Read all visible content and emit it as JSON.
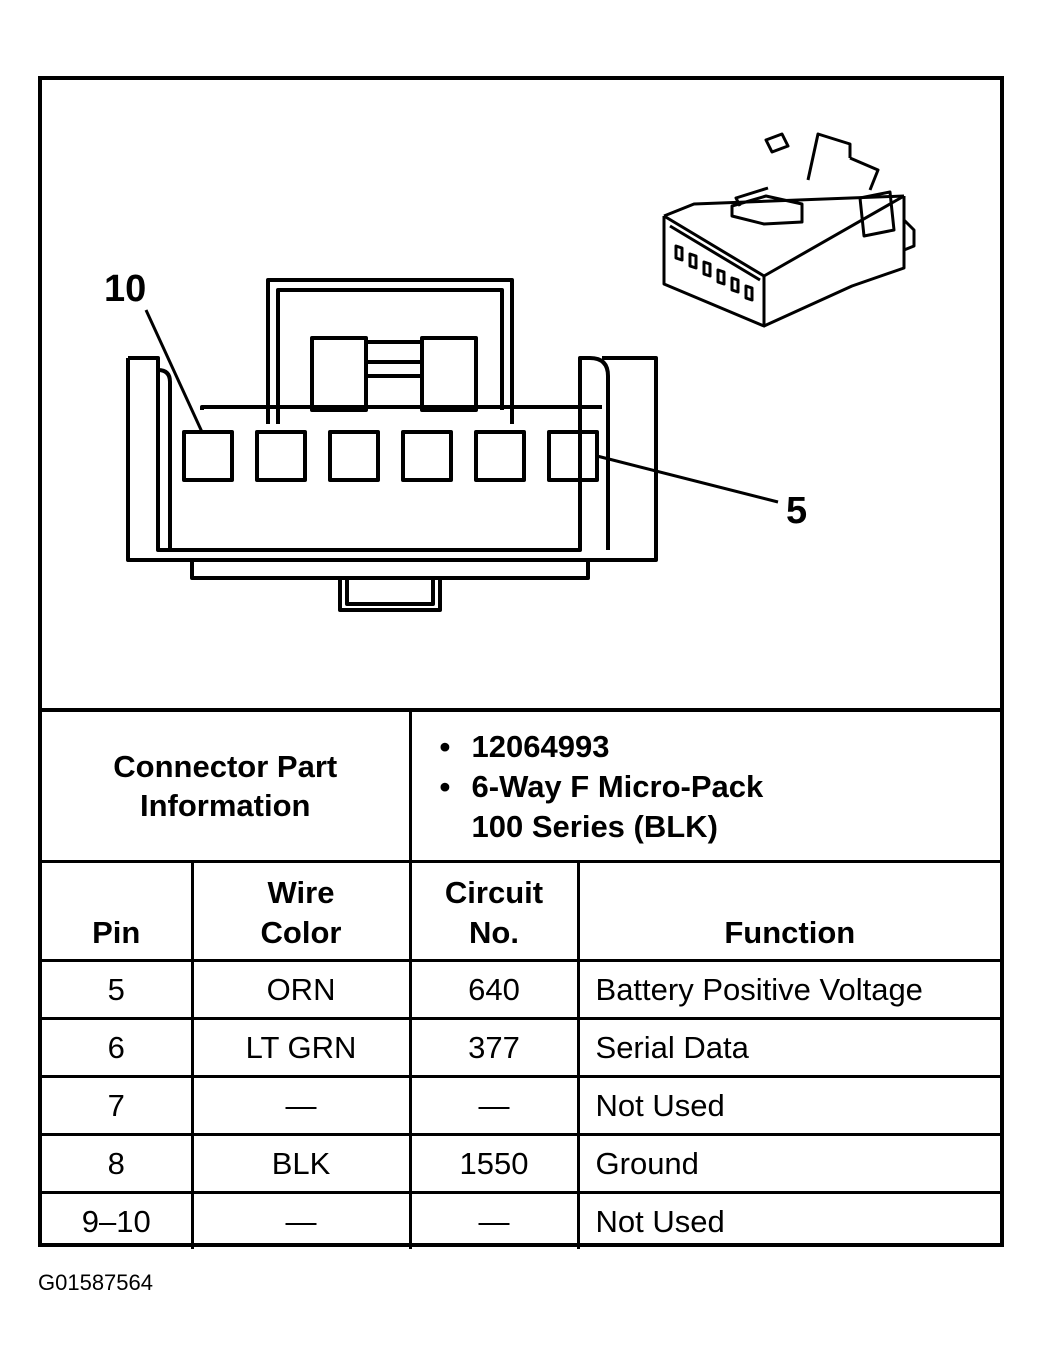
{
  "callouts": {
    "top_left_pin": "10",
    "right_pin": "5"
  },
  "connector_part_information": {
    "label": "Connector Part Information",
    "items": [
      "12064993",
      "6-Way F Micro-Pack 100 Series (BLK)"
    ]
  },
  "pin_table": {
    "headers": {
      "pin": "Pin",
      "wire_color": "Wire Color",
      "circuit_no": "Circuit No.",
      "function": "Function"
    },
    "rows": [
      {
        "pin": "5",
        "wire_color": "ORN",
        "circuit_no": "640",
        "function": "Battery Positive Voltage"
      },
      {
        "pin": "6",
        "wire_color": "LT GRN",
        "circuit_no": "377",
        "function": "Serial Data"
      },
      {
        "pin": "7",
        "wire_color": "—",
        "circuit_no": "—",
        "function": "Not Used"
      },
      {
        "pin": "8",
        "wire_color": "BLK",
        "circuit_no": "1550",
        "function": "Ground"
      },
      {
        "pin": "9–10",
        "wire_color": "—",
        "circuit_no": "—",
        "function": "Not Used"
      }
    ]
  },
  "figure_id": "G01587564"
}
